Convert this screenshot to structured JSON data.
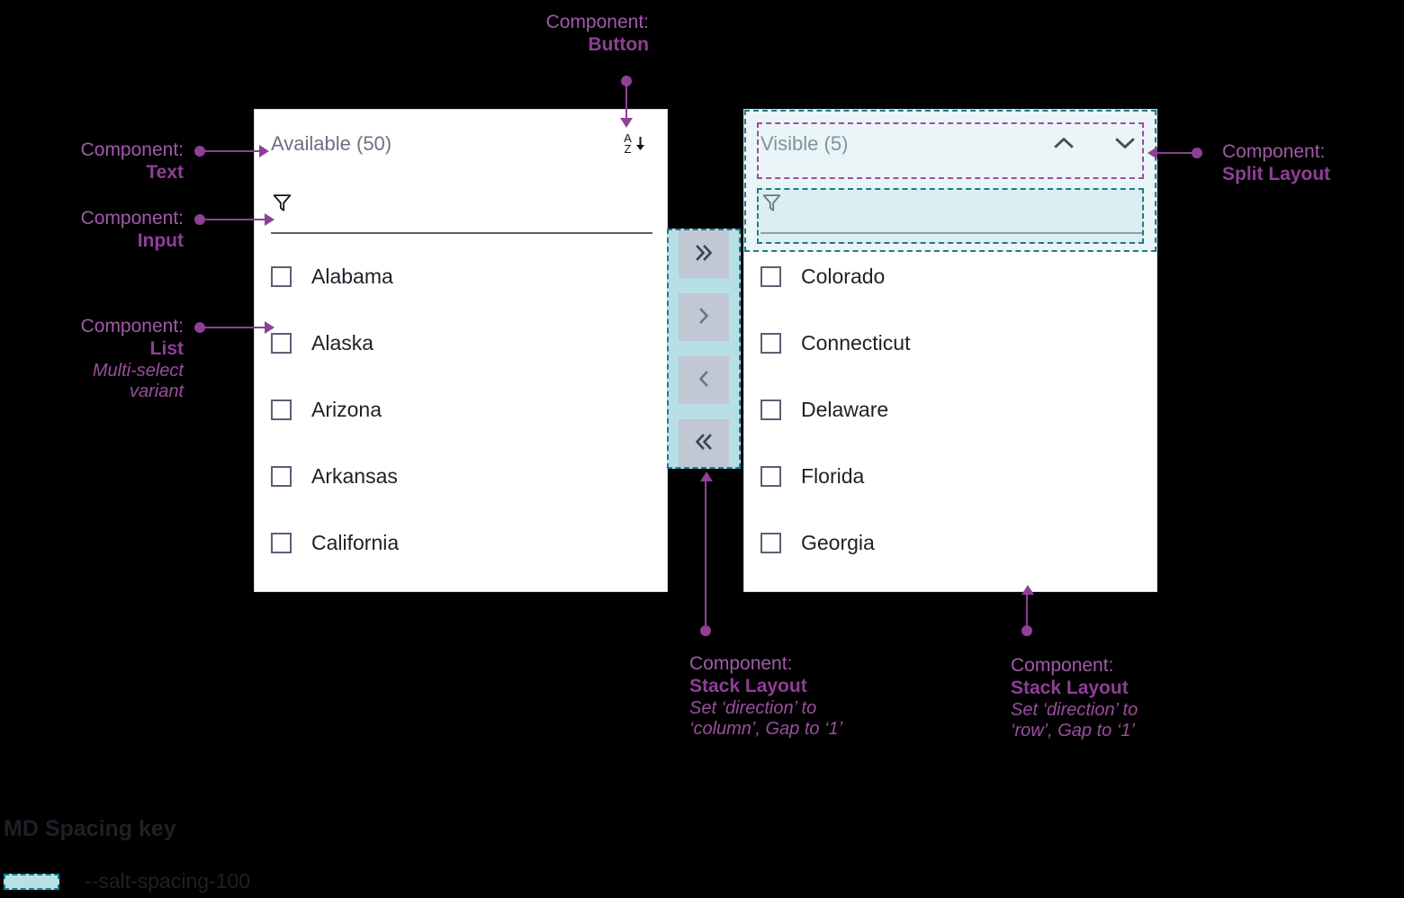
{
  "panels": {
    "available": {
      "title": "Available (50)",
      "filter_placeholder": "",
      "filter_value": "",
      "filter_icon": "filter-funnel-icon",
      "sort_icon": "sort-az-descending-icon",
      "items": [
        {
          "label": "Alabama",
          "checked": false
        },
        {
          "label": "Alaska",
          "checked": false
        },
        {
          "label": "Arizona",
          "checked": false
        },
        {
          "label": "Arkansas",
          "checked": false
        },
        {
          "label": "California",
          "checked": false
        }
      ]
    },
    "visible": {
      "title": "Visible (5)",
      "filter_placeholder": "",
      "filter_value": "",
      "filter_icon": "filter-funnel-icon",
      "move_up_icon": "chevron-up-icon",
      "move_down_icon": "chevron-down-icon",
      "items": [
        {
          "label": "Colorado",
          "checked": false
        },
        {
          "label": "Connecticut",
          "checked": false
        },
        {
          "label": "Delaware",
          "checked": false
        },
        {
          "label": "Florida",
          "checked": false
        },
        {
          "label": "Georgia",
          "checked": false
        }
      ]
    }
  },
  "transfer": {
    "buttons": [
      {
        "icon": "chevron-double-right-icon",
        "glyph": "»",
        "name": "move-all-right-button"
      },
      {
        "icon": "chevron-right-icon",
        "glyph": "›",
        "name": "move-right-button"
      },
      {
        "icon": "chevron-left-icon",
        "glyph": "‹",
        "name": "move-left-button"
      },
      {
        "icon": "chevron-double-left-icon",
        "glyph": "«",
        "name": "move-all-left-button"
      }
    ]
  },
  "annotations": {
    "text": {
      "lead": "Component:",
      "name": "Text"
    },
    "input": {
      "lead": "Component:",
      "name": "Input"
    },
    "list": {
      "lead": "Component:",
      "name": "List",
      "sub1": "Multi-select",
      "sub2": "variant"
    },
    "button": {
      "lead": "Component:",
      "name": "Button"
    },
    "split_layout": {
      "lead": "Component:",
      "name": "Split Layout"
    },
    "stack_column": {
      "lead": "Component:",
      "name": "Stack Layout",
      "sub1": "Set ‘direction’ to",
      "sub2": "‘column’, Gap to ‘1’"
    },
    "stack_row": {
      "lead": "Component:",
      "name": "Stack Layout",
      "sub1": "Set ‘direction’ to",
      "sub2": "‘row’, Gap to ‘1’"
    }
  },
  "spacing_key": {
    "title": "MD Spacing key",
    "token": "--salt-spacing-100"
  },
  "colors": {
    "annotation_purple": "#8e3f96",
    "spacing_teal_border": "#1c7b8c",
    "spacing_teal_fill": "#b8dfe5",
    "panel_bg": "#ffffff",
    "page_bg": "#000000",
    "transfer_button_bg": "#c1c7d3",
    "title_text": "#6b7280"
  }
}
